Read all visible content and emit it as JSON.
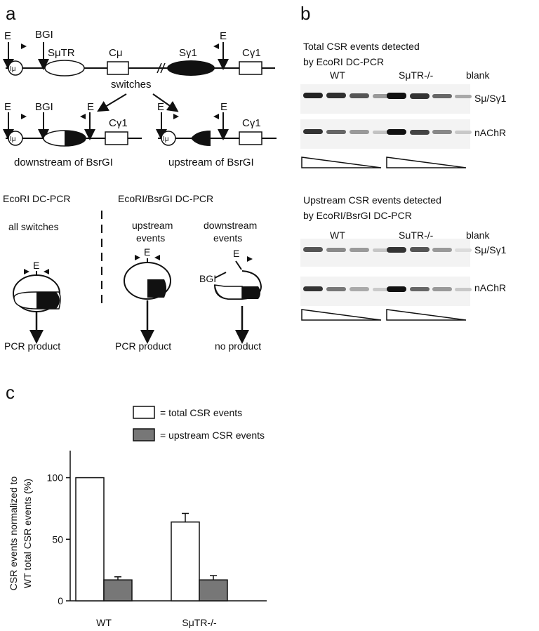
{
  "panel_a": {
    "letter": "a",
    "map": {
      "labels": {
        "E": "E",
        "BGI": "BGI",
        "I": "Iμ",
        "SmuTR": "SμTR",
        "Cmu": "Cμ",
        "Sg1": "Sγ1",
        "Cg1": "Cγ1"
      },
      "switches": "switches",
      "downstream": "downstream of BsrGI",
      "upstream": "upstream of BsrGI"
    },
    "methods": {
      "ecori": "EcoRI DC-PCR",
      "ecori_bsrgi": "EcoRI/BsrGI DC-PCR",
      "all_switches": "all switches",
      "upstream_events": [
        "upstream",
        "events"
      ],
      "downstream_events": [
        "downstream",
        "events"
      ],
      "pcr_product": "PCR product",
      "no_product": "no product"
    }
  },
  "panel_b": {
    "letter": "b",
    "total_title": [
      "Total CSR events detected",
      "by EcoRI DC-PCR"
    ],
    "upstream_title": [
      "Upstream CSR events detected",
      "by EcoRI/BsrGI DC-PCR"
    ],
    "col_wt": "WT",
    "col_ko": "SμTR-/-",
    "col_blank": "blank",
    "row_switch": "Sμ/Sγ1",
    "row_nachr": "nAChR"
  },
  "panel_c": {
    "letter": "c",
    "legend_total": "= total CSR events",
    "legend_upstream": "= upstream CSR events",
    "colors": {
      "total": "#ffffff",
      "upstream": "#777777"
    }
  },
  "chart_data": {
    "type": "bar",
    "categories": [
      "WT",
      "SμTR-/-"
    ],
    "series": [
      {
        "name": "total CSR events",
        "values": [
          100,
          64
        ],
        "errors": [
          0,
          7
        ]
      },
      {
        "name": "upstream CSR events",
        "values": [
          17,
          17
        ],
        "errors": [
          2.5,
          3.5
        ]
      }
    ],
    "ylabel": [
      "CSR events normalized to",
      "WT total CSR events (%)"
    ],
    "yticks": [
      0,
      50,
      100
    ],
    "ylim": [
      0,
      122
    ]
  }
}
